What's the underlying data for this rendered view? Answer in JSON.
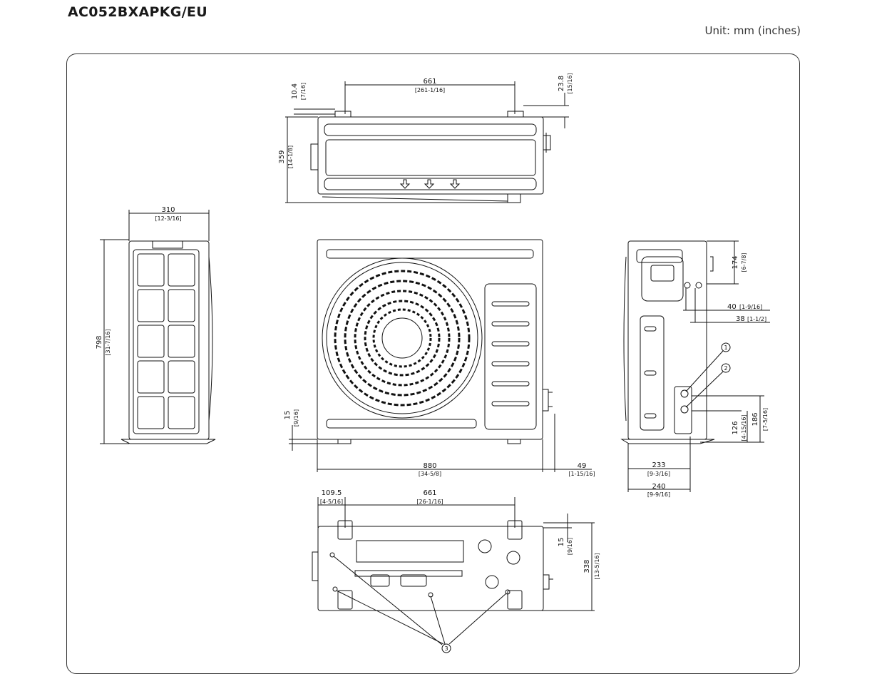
{
  "model": "AC052BXAPKG/EU",
  "unit": "Unit: mm (inches)",
  "views": {
    "top": {
      "d1": "661",
      "d1i": "[261-1/16]",
      "d2": "10.4",
      "d2i": "[7/16]",
      "d3": "23.8",
      "d3i": "[15/16]",
      "d4": "359",
      "d4i": "[14-1/8]"
    },
    "side_left": {
      "w": "310",
      "wi": "[12-3/16]",
      "h": "798",
      "hi": "[31-7/16]"
    },
    "front": {
      "w": "880",
      "wi": "[34-5/8]",
      "r": "49",
      "ri": "[1-15/16]",
      "b": "15",
      "bi": "[9/16]"
    },
    "side_right": {
      "a": "174",
      "ai": "[6-7/8]",
      "b": "40",
      "bi": "[1-9/16]",
      "c": "38",
      "ci": "[1-1/2]",
      "d": "126",
      "di": "[4-15/16]",
      "e": "186",
      "ei": "[7-5/16]",
      "f": "233",
      "fi": "[9-3/16]",
      "g": "240",
      "gi": "[9-9/16]",
      "m1": "1",
      "m2": "2"
    },
    "bottom": {
      "a": "109.5",
      "ai": "[4-5/16]",
      "b": "661",
      "bi": "[26-1/16]",
      "c": "15",
      "ci": "[9/16]",
      "d": "338",
      "di": "[13-5/16]",
      "m3": "3"
    }
  }
}
